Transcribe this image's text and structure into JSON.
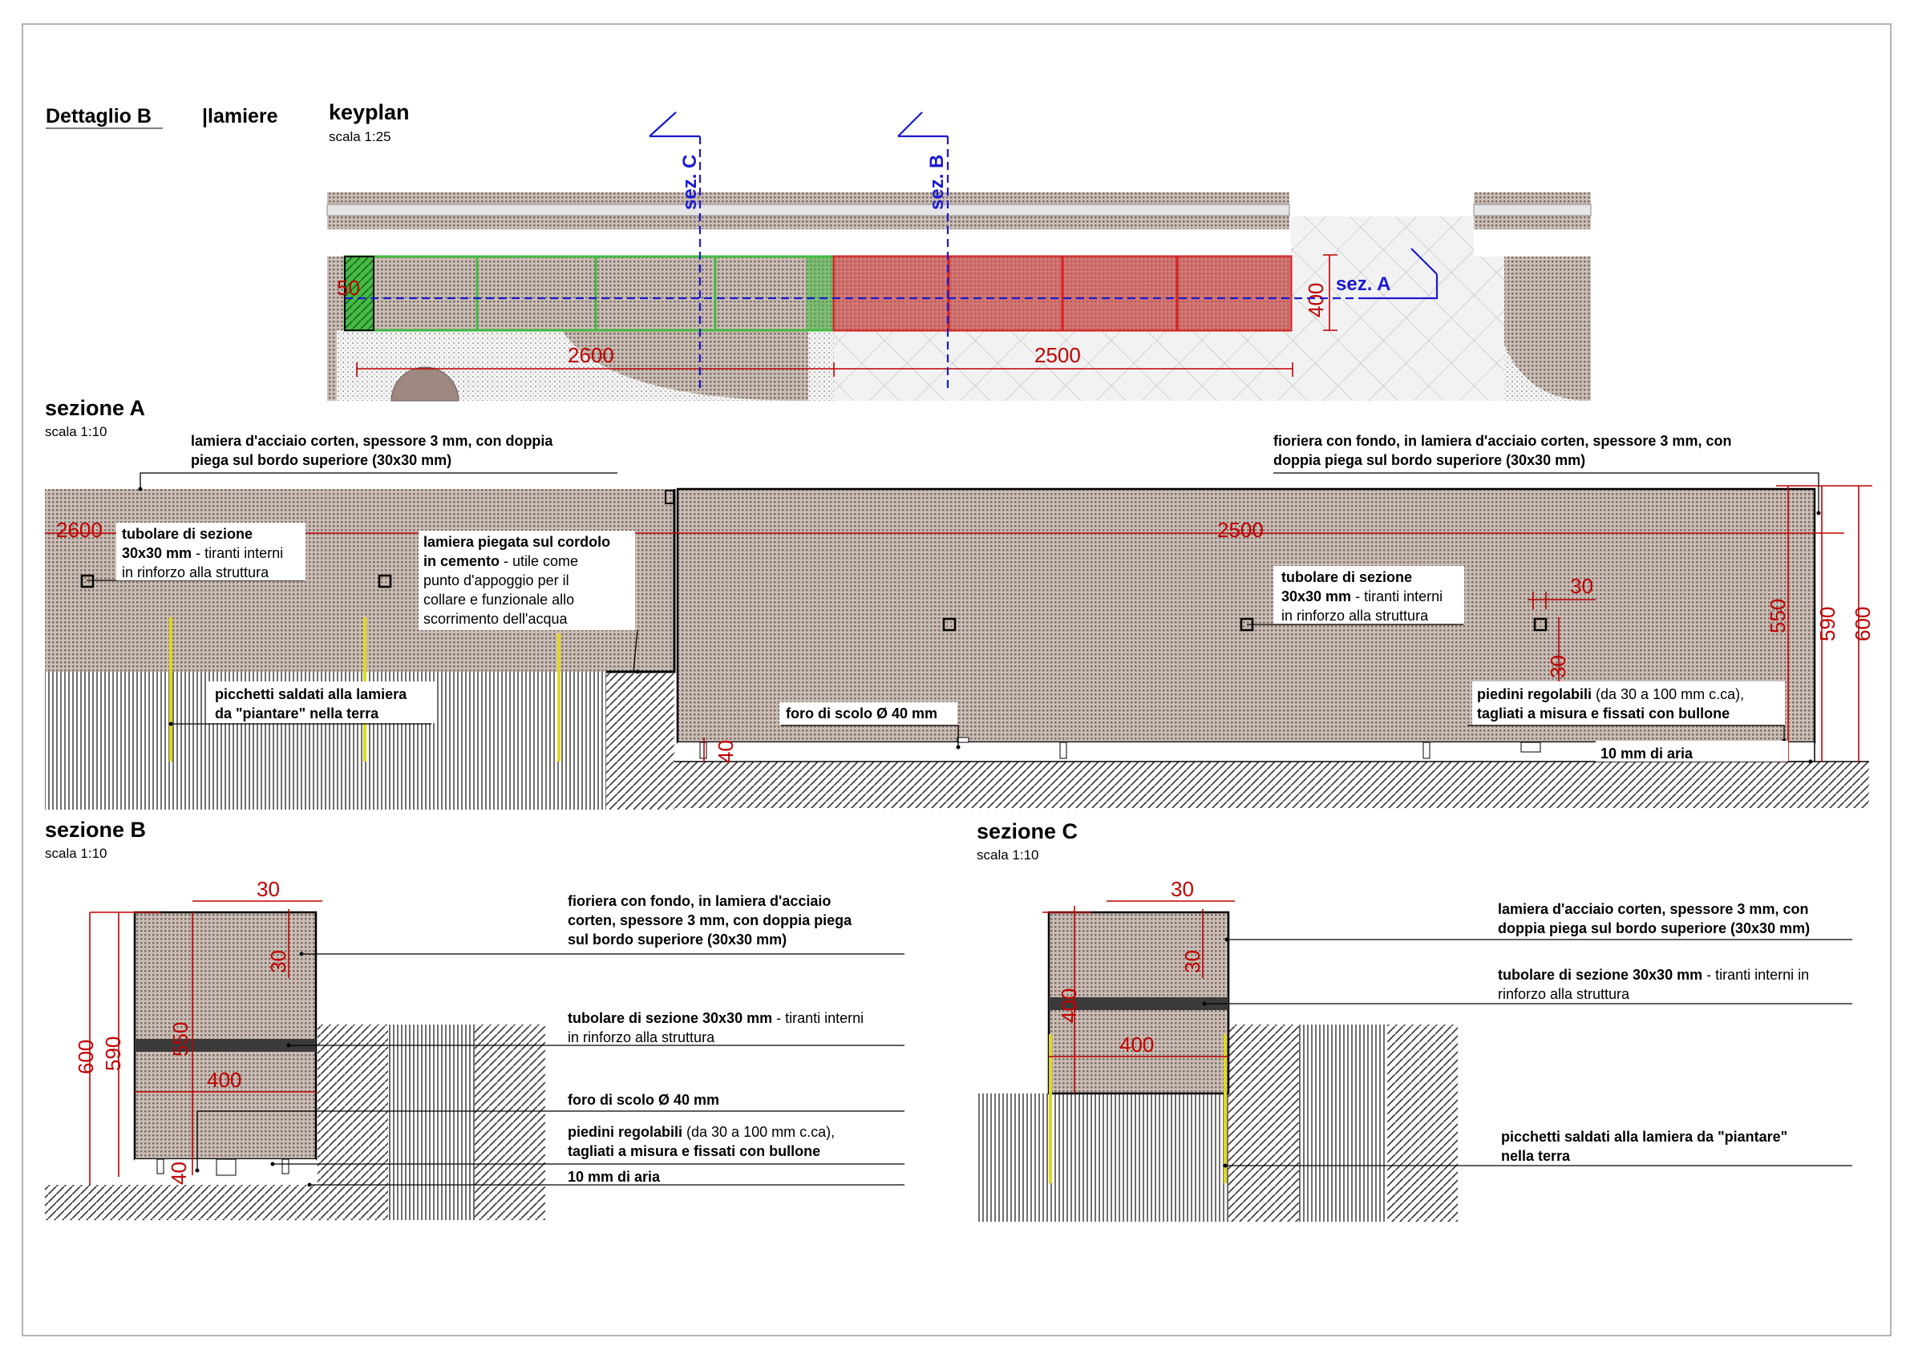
{
  "title": {
    "detail": "Dettaglio B",
    "subject": "|lamiere"
  },
  "keyplan": {
    "title": "keyplan",
    "scale": "scala 1:25",
    "cut_labels": [
      "sez. C",
      "sez. B",
      "sez. A"
    ],
    "dims": {
      "width_left": "2600",
      "width_right": "2500",
      "depth": "400",
      "end": "50"
    }
  },
  "section_a": {
    "title": "sezione A",
    "scale": "scala 1:10",
    "dims": {
      "left": "2600",
      "right": "2500",
      "h600": "600",
      "h590": "590",
      "h550": "550",
      "w30": "30",
      "h30": "30",
      "foot_left": "40",
      "foot_right": "40"
    },
    "notes": {
      "plate_left_1": "lamiera d'acciaio corten, spessore 3 mm, con doppia",
      "plate_left_2": "piega sul bordo superiore (30x30 mm)",
      "planter_right_1": "fioriera con fondo, in lamiera d'acciaio corten, spessore 3 mm, con",
      "planter_right_2": "doppia piega sul bordo superiore (30x30 mm)",
      "tube_left_b": "tubolare di sezione",
      "tube_left_b2": "30x30 mm",
      "tube_left_r2": " - tiranti interni",
      "tube_left_r3": "in rinforzo alla struttura",
      "bent_1": "lamiera piegata sul cordolo",
      "bent_2": "in cemento",
      "bent_2r": " - utile come",
      "bent_3": "punto d'appoggio per il",
      "bent_4": "collare e funzionale allo",
      "bent_5": "scorrimento dell'acqua",
      "tube_right_b": "tubolare di sezione",
      "tube_right_b2": "30x30 mm",
      "tube_right_r2": " - tiranti interni",
      "tube_right_r3": "in rinforzo alla struttura",
      "stakes_1": "picchetti saldati alla lamiera",
      "stakes_2": "da \"piantare\" nella terra",
      "drain": "foro di scolo Ø 40 mm",
      "feet_b": "piedini regolabili",
      "feet_r": " (da 30 a 100 mm c.ca),",
      "feet_2": "tagliati a misura e fissati con bullone",
      "air": "10 mm di aria"
    }
  },
  "section_b": {
    "title": "sezione B",
    "scale": "scala 1:10",
    "dims": {
      "top": "30",
      "side": "30",
      "h600": "600",
      "h590": "590",
      "h550": "550",
      "w400": "400",
      "foot": "40"
    },
    "notes": {
      "planter_1": "fioriera con fondo, in lamiera d'acciaio",
      "planter_2": "corten, spessore 3 mm, con doppia piega",
      "planter_3": "sul bordo superiore (30x30 mm)",
      "tube_b": "tubolare di sezione 30x30 mm",
      "tube_r": " - tiranti interni",
      "tube_2": "in rinforzo alla struttura",
      "drain": "foro di scolo Ø 40 mm",
      "feet_b": "piedini regolabili",
      "feet_r": " (da 30 a 100 mm c.ca),",
      "feet_2": "tagliati a misura e fissati con bullone",
      "air": "10 mm di aria"
    }
  },
  "section_c": {
    "title": "sezione C",
    "scale": "scala 1:10",
    "dims": {
      "top": "30",
      "side": "30",
      "h400": "400",
      "w400": "400"
    },
    "notes": {
      "plate_1": "lamiera d'acciaio corten, spessore 3 mm, con",
      "plate_2": "doppia piega sul bordo superiore (30x30 mm)",
      "tube_b": "tubolare di sezione 30x30 mm",
      "tube_r": " - tiranti interni in",
      "tube_2": "rinforzo alla struttura",
      "stakes_1": "picchetti saldati alla lamiera da \"piantare\"",
      "stakes_2": "nella terra"
    }
  },
  "colors": {
    "corten": "#b9aba3",
    "dimension": "#c00000",
    "cut_line": "#1a1ad0",
    "green_zone": "#44bb44",
    "red_zone": "#d82020",
    "stake": "#e0d820"
  }
}
